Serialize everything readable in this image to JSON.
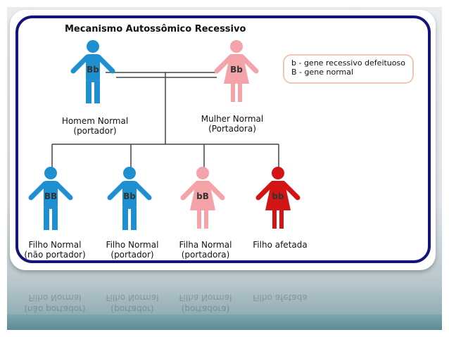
{
  "title": "Mecanismo Autossômico Recessivo",
  "legend": {
    "line1": "b - gene recessivo defeituoso",
    "line2": "B - gene normal"
  },
  "parents": [
    {
      "genotype": "Bb",
      "label1": "Homem Normal",
      "label2": "(portador)",
      "color": "#1e90d2"
    },
    {
      "genotype": "Bb",
      "label1": "Mulher Normal",
      "label2": "(Portadora)",
      "color": "#f4a3a8"
    }
  ],
  "children": [
    {
      "genotype": "BB",
      "label1": "Filho Normal",
      "label2": "(não portador)",
      "color": "#1e90d2"
    },
    {
      "genotype": "Bb",
      "label1": "Filho Normal",
      "label2": "(portador)",
      "color": "#1e90d2"
    },
    {
      "genotype": "bB",
      "label1": "Filha Normal",
      "label2": "(portadora)",
      "color": "#f4a3a8"
    },
    {
      "genotype": "bb",
      "label1": "Filho afetada",
      "label2": "",
      "color": "#d41414"
    }
  ],
  "colors": {
    "frame": "#14147a",
    "legend_border": "#f0c7b3",
    "line": "#444444"
  }
}
